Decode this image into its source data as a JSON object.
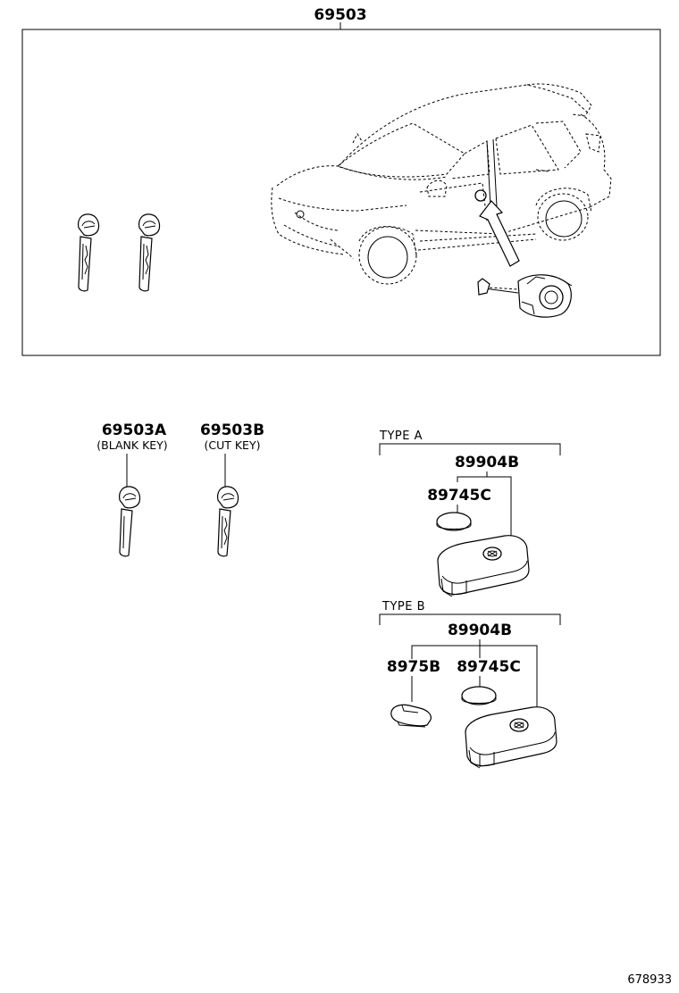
{
  "labels": {
    "assembly": "69503",
    "blank_key_part": "69503A",
    "blank_key_desc": "(BLANK KEY)",
    "cut_key_part": "69503B",
    "cut_key_desc": "(CUT KEY)",
    "type_a": "TYPE A",
    "type_b": "TYPE B",
    "transmitter_a": "89904B",
    "battery_a": "89745C",
    "transmitter_b": "89904B",
    "cover_b": "8975B",
    "battery_b": "89745C",
    "illustration_code": "678933"
  }
}
